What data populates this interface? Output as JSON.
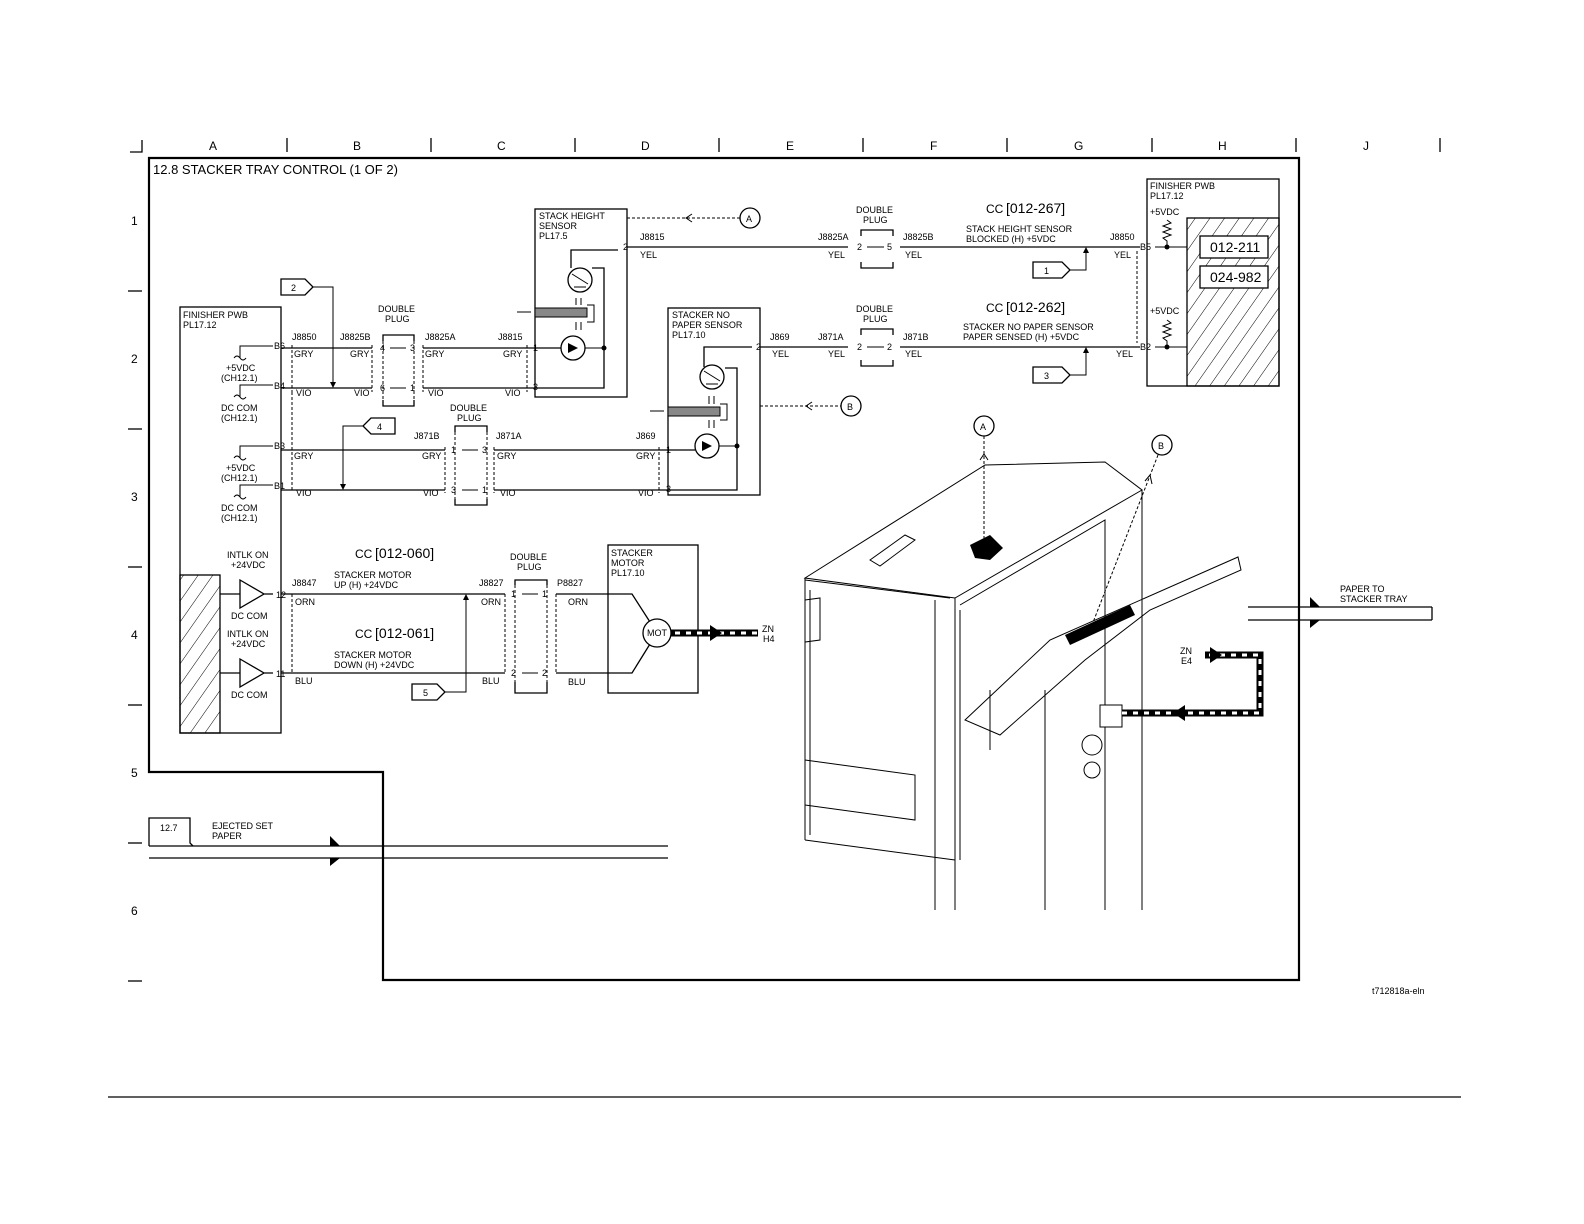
{
  "title": "12.8 STACKER TRAY CONTROL (1 OF 2)",
  "grid": {
    "columns": [
      "A",
      "B",
      "C",
      "D",
      "E",
      "F",
      "G",
      "H",
      "J"
    ],
    "rows": [
      "1",
      "2",
      "3",
      "4",
      "5",
      "6"
    ]
  },
  "drawing_id": "t712818a-eln",
  "pwb_left": {
    "name": "FINISHER PWB",
    "pl": "PL17.12",
    "pins": {
      "b6": "B6",
      "b4": "B4",
      "b3": "B3",
      "b1": "B1",
      "p12": "12",
      "p11": "11"
    },
    "vdc5": "+5VDC",
    "ch": "(CH12.1)",
    "dc_com": "DC COM",
    "intlk_on": "INTLK ON",
    "vdc24": "+24VDC"
  },
  "pwb_right": {
    "name": "FINISHER PWB",
    "pl": "PL17.12",
    "vdc5": "+5VDC",
    "pins": {
      "b5": "B5",
      "b2": "B2"
    },
    "fault_codes": [
      "012-211",
      "024-982"
    ]
  },
  "stack_height_sensor": {
    "line1": "STACK HEIGHT",
    "line2": "SENSOR",
    "pl": "PL17.5",
    "pins": {
      "p1": "1",
      "p2": "2",
      "p3": "3"
    }
  },
  "no_paper_sensor": {
    "line1": "STACKER NO",
    "line2": "PAPER SENSOR",
    "pl": "PL17.10",
    "pins": {
      "p1": "1",
      "p2": "2",
      "p3": "3"
    }
  },
  "stacker_motor": {
    "line1": "STACKER",
    "line2": "MOTOR",
    "pl": "PL17.10",
    "symbol": "MOT"
  },
  "double_plug": {
    "line1": "DOUBLE",
    "line2": "PLUG"
  },
  "plug_pins": {
    "p1": "1",
    "p2": "2",
    "p3": "3",
    "p4": "4",
    "p5": "5",
    "p6": "6"
  },
  "connectors": {
    "j8850": "J8850",
    "j8825b": "J8825B",
    "j8825a": "J8825A",
    "j8815": "J8815",
    "j871b": "J871B",
    "j871a": "J871A",
    "j869": "J869",
    "j8847": "J8847",
    "j8827": "J8827",
    "p8827": "P8827"
  },
  "wire_colors": {
    "gry": "GRY",
    "vio": "VIO",
    "yel": "YEL",
    "orn": "ORN",
    "blu": "BLU"
  },
  "cc": {
    "prefix": "CC",
    "c267": {
      "code": "012-267",
      "line1": "STACK HEIGHT SENSOR",
      "line2": "BLOCKED (H) +5VDC"
    },
    "c262": {
      "code": "012-262",
      "line1": "STACKER NO PAPER SENSOR",
      "line2": "PAPER SENSED (H) +5VDC"
    },
    "c060": {
      "code": "012-060",
      "line1": "STACKER MOTOR",
      "line2": "UP (H) +24VDC"
    },
    "c061": {
      "code": "012-061",
      "line1": "STACKER MOTOR",
      "line2": "DOWN (H) +24VDC"
    }
  },
  "test_points": [
    "1",
    "2",
    "3",
    "4",
    "5"
  ],
  "callouts": {
    "a": "A",
    "b": "B"
  },
  "zones": {
    "zn": "ZN",
    "h4": "H4",
    "e4": "E4"
  },
  "paper_path": {
    "ref": "12.7",
    "ejected_1": "EJECTED SET",
    "ejected_2": "PAPER",
    "to_tray_1": "PAPER TO",
    "to_tray_2": "STACKER TRAY"
  }
}
